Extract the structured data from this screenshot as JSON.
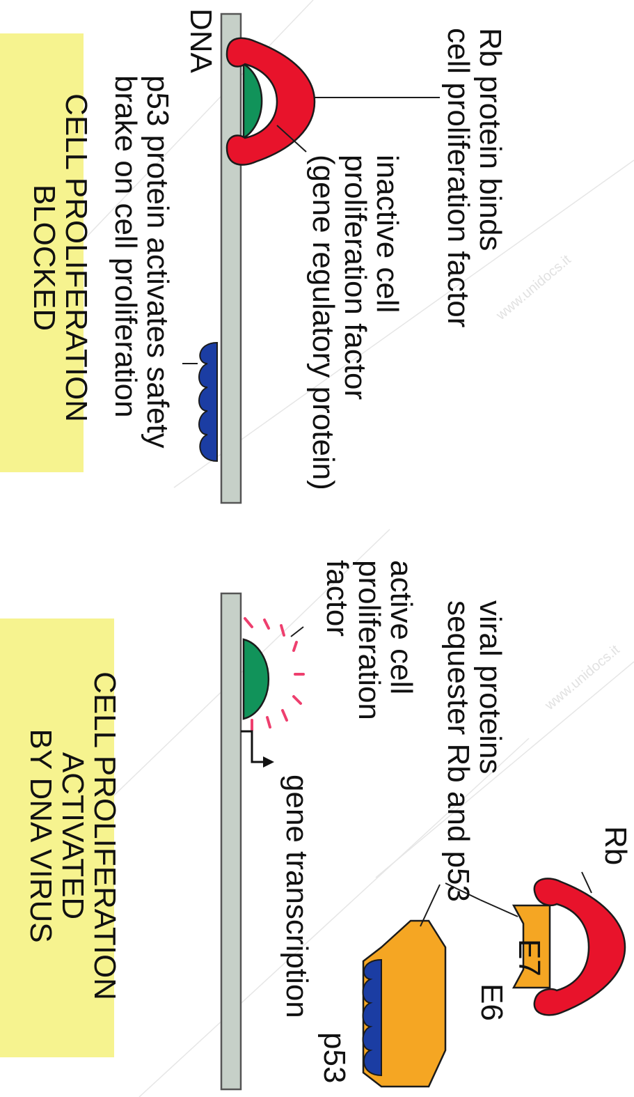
{
  "colors": {
    "rb": "#e8132b",
    "factor": "#11935a",
    "p53": "#1b3da3",
    "viral": "#f5a623",
    "dna_fill": "#c6d0c8",
    "caption_bg": "#f6f38f",
    "glow": "#ee3f6e"
  },
  "blocked_panel": {
    "dna_label": "DNA",
    "rb_label": [
      "Rb protein binds",
      "cell proliferation factor"
    ],
    "factor_label": [
      "inactive cell",
      "proliferation factor",
      "(gene regulatory protein)"
    ],
    "p53_label": [
      "p53 protein activates safety",
      "brake on cell proliferation"
    ],
    "caption": [
      "CELL PROLIFERATION",
      "BLOCKED"
    ]
  },
  "activated_panel": {
    "viral_label": [
      "viral proteins",
      "sequester Rb and p53"
    ],
    "factor_label": [
      "active cell",
      "proliferation",
      "factor"
    ],
    "transcription_label": "gene transcription",
    "rb_label": "Rb",
    "e7_label": "E7",
    "e6_label": "E6",
    "p53_label": "p53",
    "caption": [
      "CELL PROLIFERATION",
      "ACTIVATED",
      "BY DNA VIRUS"
    ]
  },
  "watermark": "www.unidocs.it"
}
